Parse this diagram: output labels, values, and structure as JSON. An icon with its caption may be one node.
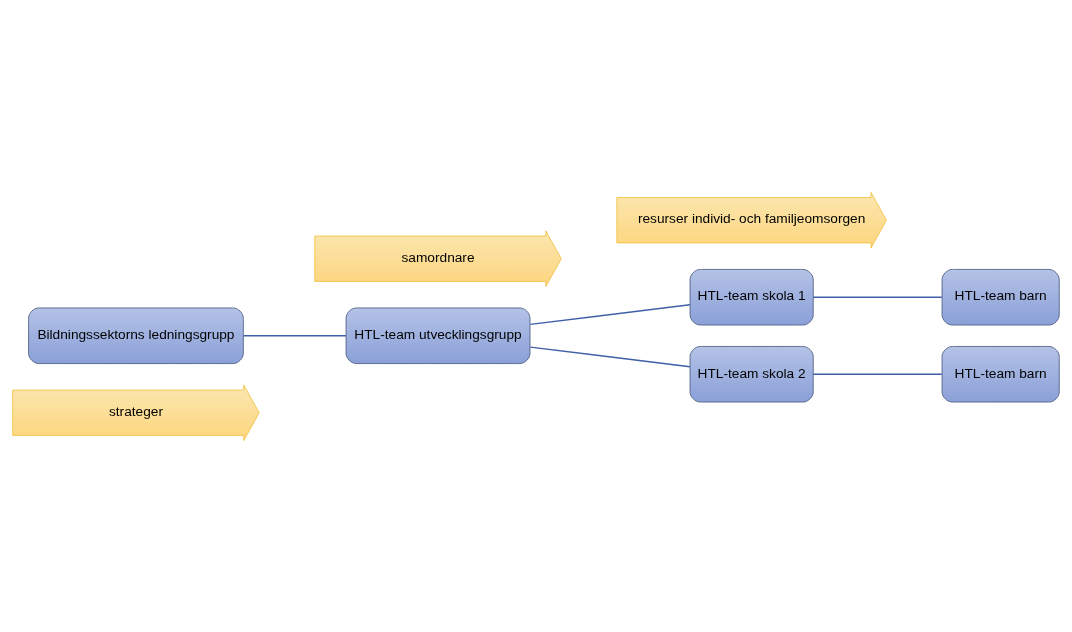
{
  "diagram": {
    "nodes": [
      {
        "text": [
          "strateger"
        ]
      },
      {
        "text": [
          "Bildningssektorns ledningsgrupp"
        ]
      },
      {
        "text": [
          "HTL-team utvecklingsgrupp"
        ]
      },
      {
        "text": [
          "HTL-team skola 1"
        ]
      },
      {
        "text": [
          "HTL-team barn"
        ]
      },
      {
        "text": [
          "HTL-team skola 2"
        ]
      },
      {
        "text": [
          "HTL-team barn"
        ]
      },
      {
        "text": [
          "samordnare"
        ]
      },
      {
        "text": [
          "resurser individ- och familjeomsorgen"
        ]
      }
    ],
    "edges": [
      {
        "from": 1,
        "to": 2,
        "arrow": "none"
      },
      {
        "from": 2,
        "to": 3,
        "arrow": "none"
      },
      {
        "from": 2,
        "to": 5,
        "arrow": "none"
      },
      {
        "from": 3,
        "to": 4,
        "arrow": "none"
      },
      {
        "from": 5,
        "to": 6,
        "arrow": "none"
      }
    ]
  }
}
